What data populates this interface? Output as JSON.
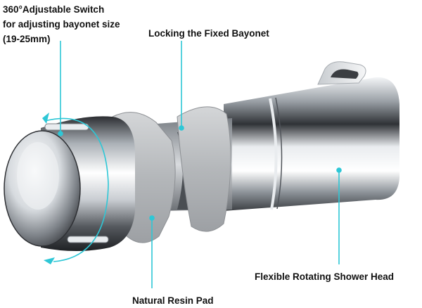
{
  "labels": {
    "switch": {
      "line1": "360°Adjustable Switch",
      "line2": "for adjusting bayonet size",
      "line3": "(19-25mm)"
    },
    "locking": "Locking the Fixed Bayonet",
    "resin_pad": "Natural Resin Pad",
    "shower_head": "Flexible Rotating Shower Head"
  },
  "colors": {
    "callout_line": "#2ec7d6",
    "chrome_dark": "#3d3f44",
    "chrome_light": "#f4f6f8",
    "resin_gray": "#b9bcbf",
    "text": "#111111"
  }
}
